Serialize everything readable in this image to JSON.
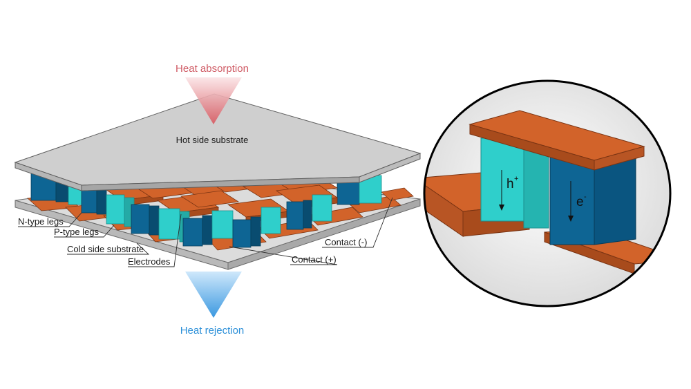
{
  "diagram": {
    "heat_absorption": "Heat absorption",
    "heat_rejection": "Heat rejection",
    "hot_side_substrate": "Hot side substrate",
    "labels": {
      "n_type_legs": "N-type legs",
      "p_type_legs": "P-type legs",
      "cold_side_substrate": "Cold side substrate",
      "electrodes": "Electrodes",
      "contact_minus": "Contact (-)",
      "contact_plus": "Contact (+)"
    },
    "inset": {
      "hole_symbol": "h",
      "hole_charge": "+",
      "electron_symbol": "e",
      "electron_charge": "-"
    }
  },
  "colors": {
    "copper": "#d2632a",
    "copper_dark": "#a84b1c",
    "n_type": "#0e6594",
    "p_type": "#2fcfcb",
    "substrate": "#cfcfcf",
    "hot_arrow": "#cf5a64",
    "cold_arrow": "#2b8fd8"
  }
}
